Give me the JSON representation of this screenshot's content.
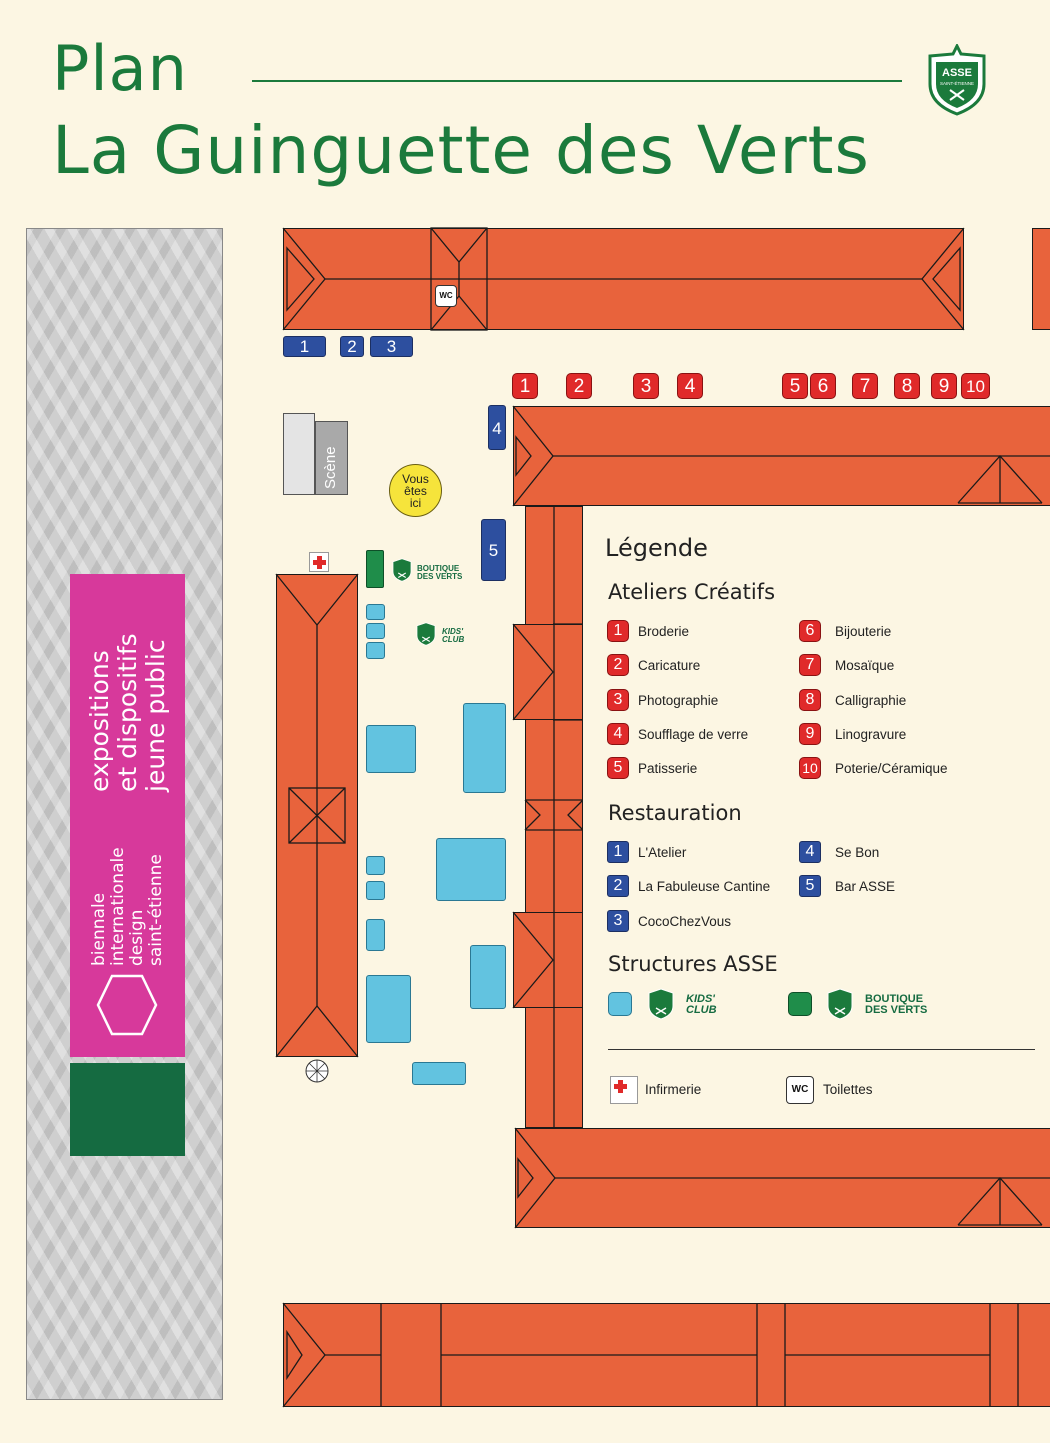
{
  "header": {
    "title_line1": "Plan",
    "title_line2": "La Guinguette des Verts",
    "club_logo_text": "ASSE",
    "club_logo_subtext": "SAINT-ÉTIENNE"
  },
  "side_panel": {
    "expo_lines": [
      "expositions",
      "et dispositifs",
      "jeune public"
    ],
    "biennale_lines": [
      "biennale",
      "internationale",
      "design",
      "saint-étienne"
    ]
  },
  "map": {
    "top_labels": {
      "wc": "WC"
    },
    "restauration_badges": [
      "1",
      "2",
      "3",
      "4",
      "5"
    ],
    "atelier_badges": [
      "1",
      "2",
      "3",
      "4",
      "5",
      "6",
      "7",
      "8",
      "9",
      "10"
    ],
    "stage_label": "Scène",
    "you_are_here": [
      "Vous",
      "êtes",
      "ici"
    ],
    "boutique_label": [
      "BOUTIQUE",
      "DES VERTS"
    ],
    "kids_label": [
      "KIDS'",
      "CLUB"
    ]
  },
  "legend": {
    "title": "Légende",
    "ateliers": {
      "title": "Ateliers Créatifs",
      "items": [
        {
          "num": "1",
          "label": "Broderie"
        },
        {
          "num": "2",
          "label": "Caricature"
        },
        {
          "num": "3",
          "label": "Photographie"
        },
        {
          "num": "4",
          "label": "Soufflage de verre"
        },
        {
          "num": "5",
          "label": "Patisserie"
        },
        {
          "num": "6",
          "label": "Bijouterie"
        },
        {
          "num": "7",
          "label": "Mosaïque"
        },
        {
          "num": "8",
          "label": "Calligraphie"
        },
        {
          "num": "9",
          "label": "Linogravure"
        },
        {
          "num": "10",
          "label": "Poterie/Céramique"
        }
      ]
    },
    "restauration": {
      "title": "Restauration",
      "items": [
        {
          "num": "1",
          "label": "L'Atelier"
        },
        {
          "num": "2",
          "label": "La Fabuleuse Cantine"
        },
        {
          "num": "3",
          "label": "CocoChezVous"
        },
        {
          "num": "4",
          "label": "Se Bon"
        },
        {
          "num": "5",
          "label": "Bar ASSE"
        }
      ]
    },
    "structures": {
      "title": "Structures ASSE",
      "kids_label": [
        "KIDS'",
        "CLUB"
      ],
      "boutique_label": [
        "BOUTIQUE",
        "DES VERTS"
      ]
    },
    "other": {
      "infirmerie": "Infirmerie",
      "toilettes": "Toilettes",
      "wc": "WC"
    }
  },
  "colors": {
    "brand_green": "#1b7a3c",
    "roof_orange": "#e8633c",
    "atelier_red": "#e02a2a",
    "restauration_blue": "#2d4f9f",
    "structure_light_blue": "#62c3e0",
    "boutique_green": "#1f8d4a",
    "biennale_pink": "#d7399b",
    "you_are_here_yellow": "#f6e43b",
    "background": "#fcf6e3"
  }
}
